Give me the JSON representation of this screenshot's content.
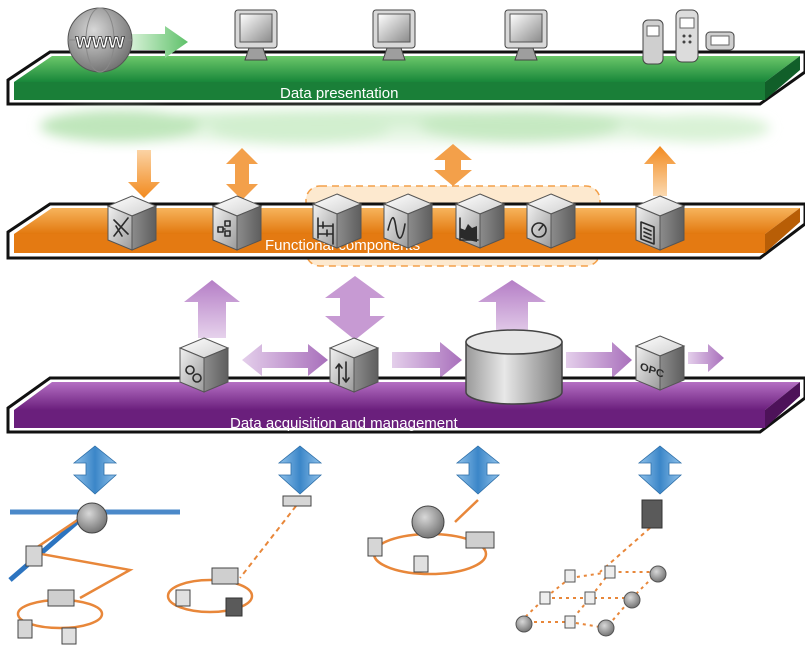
{
  "layers": [
    {
      "label": "Data presentation",
      "color": "#1f9a45"
    },
    {
      "label": "Functional components",
      "color": "#f08a1c"
    },
    {
      "label": "Data acquisition and management",
      "color": "#7b2a8c"
    }
  ],
  "presentation": {
    "www_label": "www"
  },
  "acquisition": {
    "opc_label": "OPC"
  },
  "colors": {
    "blue_arrow": "#3b86c8",
    "purple_arrow": "#b98bc6",
    "orange_arrow": "#f3a04a",
    "network_line": "#e8873a"
  }
}
